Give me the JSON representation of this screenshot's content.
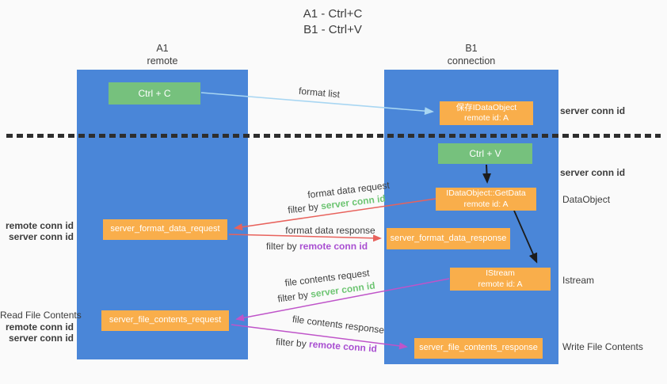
{
  "title": {
    "line1": "A1 - Ctrl+C",
    "line2": "B1 - Ctrl+V"
  },
  "lanes": {
    "a1": {
      "name": "A1",
      "subtitle": "remote"
    },
    "b1": {
      "name": "B1",
      "subtitle": "connection"
    }
  },
  "nodes": {
    "ctrl_c": {
      "label": "Ctrl + C"
    },
    "save_dataobject": {
      "line1": "保存IDataObject",
      "line2": "remote id: A"
    },
    "ctrl_v": {
      "label": "Ctrl + V"
    },
    "getdata": {
      "line1": "IDataObject::GetData",
      "line2": "remote id: A"
    },
    "format_request": {
      "label": "server_format_data_request"
    },
    "format_response": {
      "label": "server_format_data_response"
    },
    "istream": {
      "line1": "IStream",
      "line2": "remote id: A"
    },
    "file_request": {
      "label": "server_file_contents_request"
    },
    "file_response": {
      "label": "server_file_contents_response"
    }
  },
  "arrow_labels": {
    "format_list": "format list",
    "format_data_request": "format data request",
    "format_data_response": "format data response",
    "file_contents_request": "file contents request",
    "file_contents_response": "file contents response",
    "filter_by": "filter by",
    "server_conn_id": "server conn id",
    "remote_conn_id": "remote conn id"
  },
  "annotations": {
    "left": {
      "remote_conn_id_top": "remote conn id",
      "server_conn_id_top": "server conn id",
      "read_file_contents": "Read File Contents",
      "remote_conn_id_bottom": "remote conn id",
      "server_conn_id_bottom": "server conn id"
    },
    "right": {
      "server_conn_id_top": "server conn id",
      "server_conn_id_mid": "server conn id",
      "dataobject": "DataObject",
      "istream": "Istream",
      "write_file_contents": "Write File Contents"
    }
  },
  "colors": {
    "lane_blue": "#4a86d8",
    "action_green": "#76c17d",
    "message_orange": "#f9ae4b",
    "server_conn_green": "#6ec573",
    "remote_conn_purple": "#a94fd1",
    "arrow_red": "#e8625c",
    "arrow_magenta": "#bf54c9",
    "arrow_lightblue": "#a8d6f2",
    "arrow_black": "#1c1c1c",
    "divider_black": "#2e2e2e"
  }
}
